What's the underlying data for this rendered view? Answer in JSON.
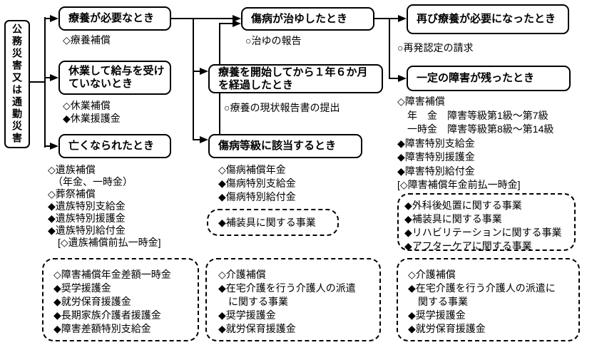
{
  "source": "公務災害又は通勤災害",
  "boxes": {
    "need_care": "療養が必要なとき",
    "absent_no_pay": "休業して給与を受け\nていないとき",
    "death": "亡くなられたとき",
    "healed": "傷病が治ゆしたとき",
    "eighteen_months": "療養を開始してから１年６か月\nを経過したとき",
    "injury_grade": "傷病等級に該当するとき",
    "care_again": "再び療養が必要になったとき",
    "disability_remains": "一定の障害が残ったとき"
  },
  "notes": {
    "need_care": "◇療養補償",
    "absent_no_pay": "◇休業補償\n◆休業援護金",
    "death": "◇遺族補償\n　（年金、一時金）\n◇葬祭補償\n◆遺族特別支給金\n◆遺族特別援護金\n◆遺族特別給付金\n　[◇遺族補償前払一時金]",
    "healed": "○治ゆの報告",
    "eighteen_months": "○療養の現状報告書の提出",
    "injury_grade": "◇傷病補償年金\n◆傷病特別支給金\n◆傷病特別給付金",
    "care_again": "○再発認定の請求",
    "disability_remains": "◇障害補償\n　年　金　障害等級第1級～第7級\n　一時金　障害等級第8級～第14級\n◆障害特別支給金\n◆障害特別援護金\n◆障害特別給付金\n[◇障害補償年金前払一時金]"
  },
  "dashed": {
    "prosthetics": "◆補装具に関する事業",
    "welfare_projects": "◆外科後処置に関する事業\n◆補装具に関する事業\n◆リハビリテーションに関する事業\n◆アフターケアに関する事業",
    "disability_lump_sum": "◇障害補償年金差額一時金\n◆奨学援護金\n◆就労保育援護金\n◆長期家族介護者援護金\n◆障害差額特別支給金",
    "nursing_middle": "◇介護補償\n◆在宅介護を行う介護人の派遣\n　に関する事業\n◆奨学援護金\n◆就労保育援護金",
    "nursing_right": "◇介護補償\n◆在宅介護を行う介護人の派遣に\n　関する事業\n◆奨学援護金\n◆就労保育援護金"
  }
}
